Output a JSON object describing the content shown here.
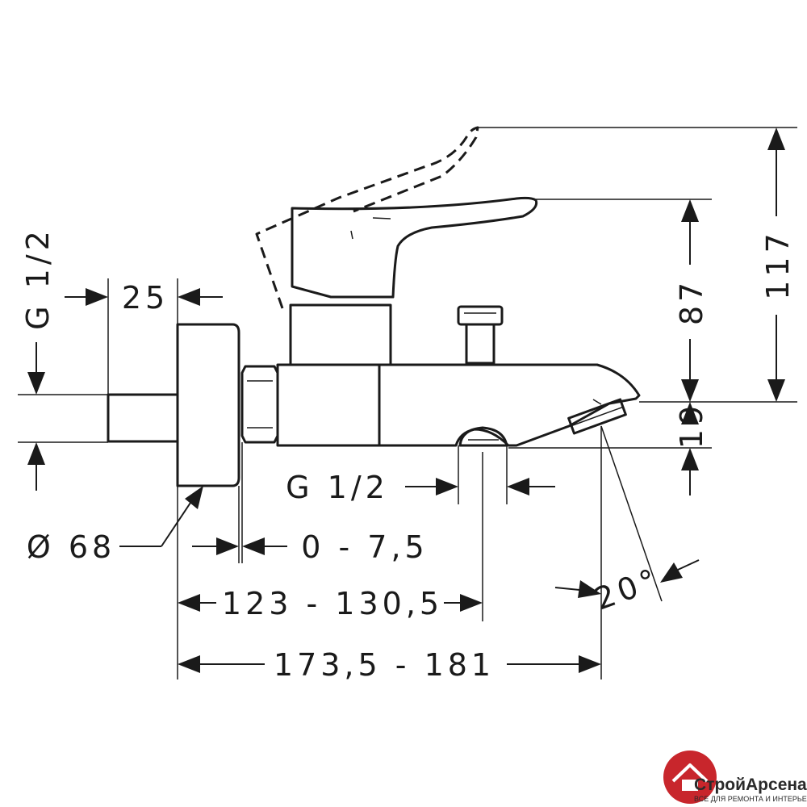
{
  "dimensions": {
    "g_half_left": "G 1/2",
    "d25": "25",
    "diameter": "Ø 68",
    "range_0_75": "0 - 7,5",
    "g_half_bottom": "G 1/2",
    "range_123": "123 - 130,5",
    "range_173": "173,5 - 181",
    "d87": "87",
    "d117": "117",
    "d19": "19",
    "angle": "20°"
  },
  "logo": {
    "name_first": "Строй",
    "name_second": "Арсенал",
    "tagline": "ВСЕ ДЛЯ РЕМОНТА И ИНТЕРЬЕРА",
    "accent_color": "#c8262c",
    "text_color": "#2a2a2a"
  }
}
